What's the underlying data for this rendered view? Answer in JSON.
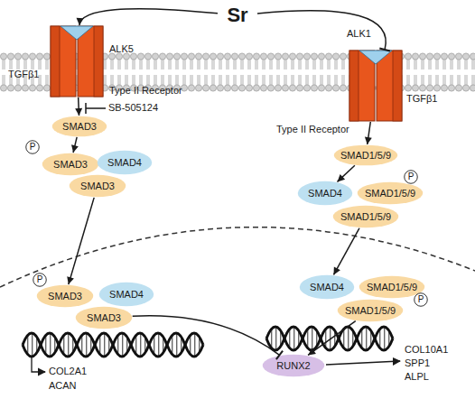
{
  "diagram": {
    "nodes": [
      {
        "text": [
          "Sr"
        ]
      },
      {
        "text": [
          "ALK5",
          "TGFβ1",
          "Type II Receptor"
        ]
      },
      {
        "text": [
          "ALK1",
          "TGFβ1",
          "Type II Receptor"
        ]
      },
      {
        "text": [
          "SMAD3"
        ]
      },
      {
        "text": [
          "SMAD1/5/9"
        ]
      },
      {
        "text": [
          "P"
        ]
      },
      {
        "text": [
          "SMAD3"
        ]
      },
      {
        "text": [
          "SMAD4"
        ]
      },
      {
        "text": [
          "SMAD3"
        ]
      },
      {
        "text": [
          "P"
        ]
      },
      {
        "text": [
          "SMAD4"
        ]
      },
      {
        "text": [
          "SMAD1/5/9"
        ]
      },
      {
        "text": [
          "SMAD1/5/9"
        ]
      },
      {
        "text": [
          "P"
        ]
      },
      {
        "text": [
          "SMAD3"
        ]
      },
      {
        "text": [
          "SMAD4"
        ]
      },
      {
        "text": [
          "SMAD3"
        ]
      },
      {
        "text": [
          "SMAD4"
        ]
      },
      {
        "text": [
          "SMAD1/5/9"
        ]
      },
      {
        "text": [
          "SMAD1/5/9"
        ]
      },
      {
        "text": [
          "P"
        ]
      },
      {
        "text": [
          "RUNX2"
        ]
      }
    ],
    "edges": [
      {
        "from": 0,
        "to": 1,
        "arrow": "to"
      },
      {
        "from": 0,
        "to": 2,
        "arrow": "to"
      },
      {
        "from": 1,
        "to": 3,
        "arrow": "to"
      },
      {
        "from": 3,
        "to": 6,
        "arrow": "to"
      },
      {
        "from": 8,
        "to": 14,
        "arrow": "to"
      },
      {
        "from": 2,
        "to": 4,
        "arrow": "to"
      },
      {
        "from": 4,
        "to": 10,
        "arrow": "to"
      },
      {
        "from": 12,
        "to": 17,
        "arrow": "to"
      },
      {
        "from": 16,
        "to": 21,
        "arrow": "to"
      },
      {
        "from": 19,
        "to": 21,
        "arrow": "to"
      }
    ],
    "labels": [
      "SB-505124",
      "COL2A1",
      "ACAN",
      "COL10A1",
      "SPP1",
      "ALPL"
    ]
  }
}
